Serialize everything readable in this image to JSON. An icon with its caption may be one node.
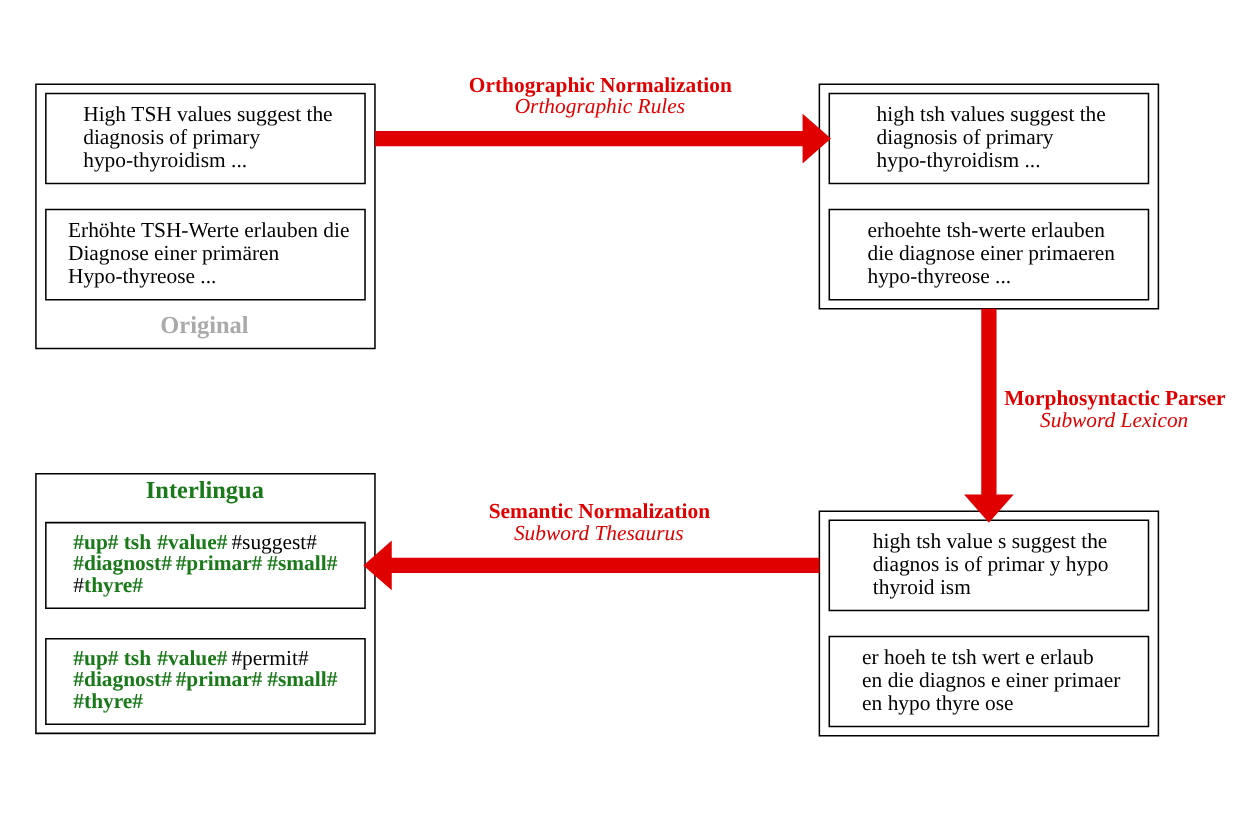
{
  "diagram": {
    "nodes": [
      {
        "text": [
          "Original"
        ]
      },
      {
        "text": [
          "High TSH values suggest the diagnosis of primary hypo-thyroidism ..."
        ],
        "in": 0
      },
      {
        "text": [
          "Erhöhte TSH-Werte erlauben die Diagnose einer primären Hypo-thyreose ..."
        ],
        "in": 0
      },
      {
        "text": [],
        "shape": "box"
      },
      {
        "text": [
          "high tsh values suggest the diagnosis of primary hypo-thyroidism ..."
        ],
        "in": 3
      },
      {
        "text": [
          "erhoehte tsh-werte erlauben die diagnose einer primaeren hypo-thyreose ..."
        ],
        "in": 3
      },
      {
        "text": [],
        "shape": "box"
      },
      {
        "text": [
          "high tsh value s suggest the diagnos is of primar y hypo thyroid ism"
        ],
        "in": 6
      },
      {
        "text": [
          "er hoeh te tsh wert e erlaub en die diagnos e einer primaer en hypo thyre ose"
        ],
        "in": 6
      },
      {
        "text": [
          "Interlingua"
        ]
      },
      {
        "text": [
          "**#up# tsh #value#** #suggest# **#diagnost# #primar# #small#** #**thyre#**"
        ],
        "in": 9
      },
      {
        "text": [
          "**#up# tsh #value#** #permit# **#diagnost# #primar# #small# #thyre#**"
        ],
        "in": 9
      }
    ],
    "edges": [
      {
        "from": 0,
        "to": 3,
        "arrow": "to",
        "label": "**Orthographic Normalization** *Orthographic Rules*"
      },
      {
        "from": 3,
        "to": 6,
        "arrow": "to",
        "label": "**Morphosyntactic Parser** *Subword Lexicon*"
      },
      {
        "from": 6,
        "to": 9,
        "arrow": "to",
        "label": "**Semantic Normalization** *Subword Thesaurus*"
      }
    ]
  }
}
